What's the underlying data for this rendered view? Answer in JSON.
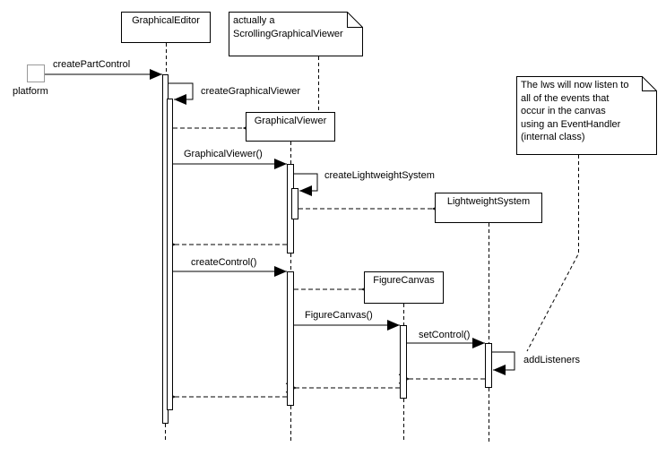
{
  "diagram": {
    "actor": {
      "label": "platform"
    },
    "participants": [
      {
        "name": "GraphicalEditor"
      },
      {
        "name": "GraphicalViewer"
      },
      {
        "name": "LightweightSystem"
      },
      {
        "name": "FigureCanvas"
      }
    ],
    "messages": [
      {
        "label": "createPartControl",
        "type": "sync"
      },
      {
        "label": "createGraphicalViewer",
        "type": "self"
      },
      {
        "label": "GraphicalViewer()",
        "type": "sync"
      },
      {
        "label": "createLightweightSystem",
        "type": "self"
      },
      {
        "label": "createControl()",
        "type": "sync"
      },
      {
        "label": "FigureCanvas()",
        "type": "sync"
      },
      {
        "label": "setControl()",
        "type": "sync"
      },
      {
        "label": "addListeners",
        "type": "self"
      }
    ],
    "notes": [
      {
        "lines": [
          "actually a",
          "ScrollingGraphicalViewer"
        ]
      },
      {
        "lines": [
          "The lws will now listen to",
          "all of the events that",
          "occur in the canvas",
          "using an EventHandler",
          "(internal class)"
        ]
      }
    ],
    "colors": {
      "line": "#000000",
      "background": "#ffffff",
      "actor_border": "#999999"
    }
  }
}
